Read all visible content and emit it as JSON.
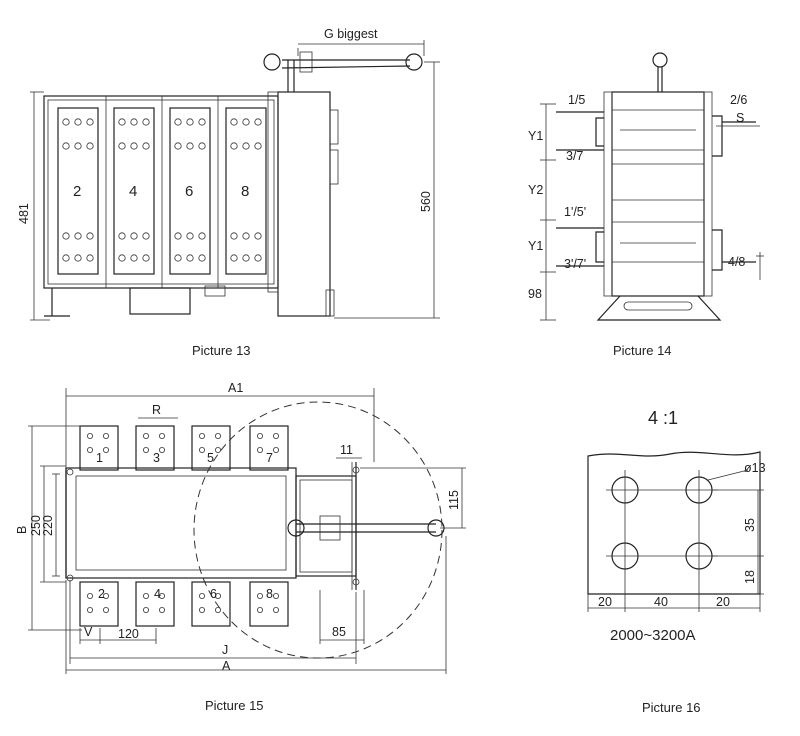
{
  "captions": {
    "p13": "Picture 13",
    "p14": "Picture 14",
    "p15": "Picture 15",
    "p16": "Picture 16"
  },
  "pic13": {
    "g_label": "G biggest",
    "h_481": "481",
    "h_560": "560",
    "poles": [
      "2",
      "4",
      "6",
      "8"
    ]
  },
  "pic14": {
    "l_15": "1/5",
    "l_37": "3/7",
    "l_15p": "1'/5'",
    "l_37p": "3'/7'",
    "l_26": "2/6",
    "l_48": "4/8",
    "l_s": "S",
    "l_y1a": "Y1",
    "l_y2": "Y2",
    "l_y1b": "Y1",
    "l_98": "98"
  },
  "pic15": {
    "a1": "A1",
    "r": "R",
    "b": "B",
    "d250": "250",
    "d220": "220",
    "d11": "11",
    "d115": "115",
    "d85": "85",
    "d120": "120",
    "v": "V",
    "j": "J",
    "a": "A",
    "top_poles": [
      "1",
      "3",
      "5",
      "7"
    ],
    "bottom_poles": [
      "2",
      "4",
      "6",
      "8"
    ]
  },
  "pic16": {
    "ratio": "4 :1",
    "hole": "ø13",
    "d35": "35",
    "d18": "18",
    "d20a": "20",
    "d40": "40",
    "d20b": "20",
    "range": "2000~3200A"
  }
}
